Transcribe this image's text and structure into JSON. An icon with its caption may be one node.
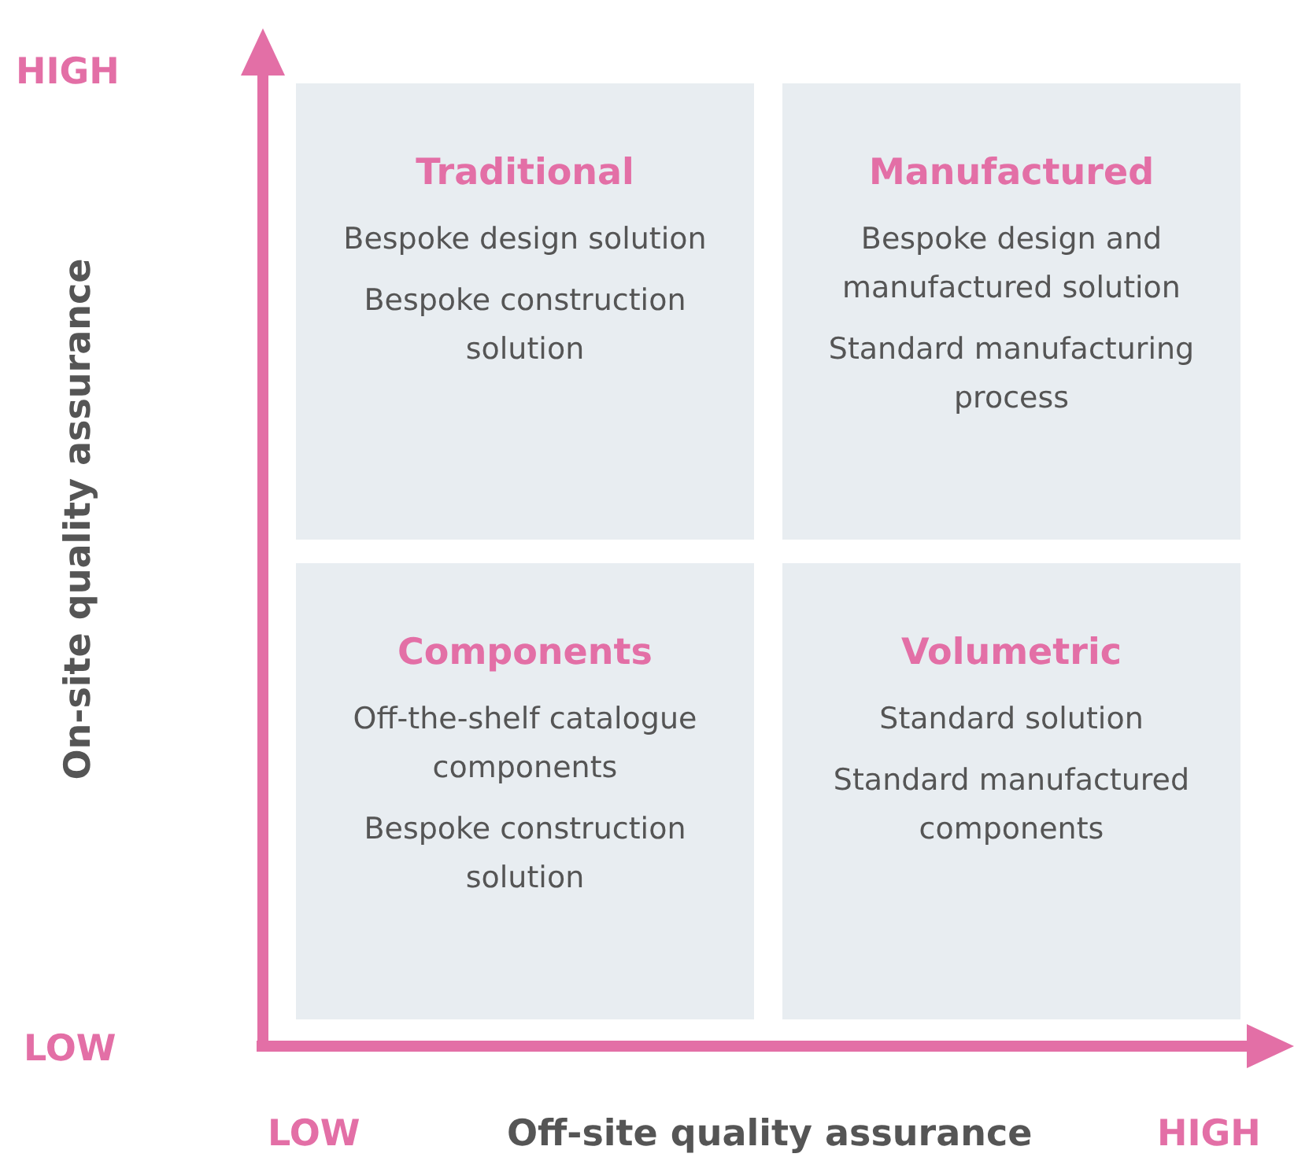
{
  "diagram": {
    "nodes": [
      {
        "text": [
          "Traditional",
          "Bespoke design solution",
          "Bespoke construction solution"
        ]
      },
      {
        "text": [
          "Manufactured",
          "Bespoke design and manufactured solution",
          "Standard manufacturing process"
        ]
      },
      {
        "text": [
          "Components",
          "Off-the-shelf catalogue components",
          "Bespoke construction solution"
        ]
      },
      {
        "text": [
          "Volumetric",
          "Standard solution",
          "Standard manufactured components"
        ]
      }
    ],
    "labels": [
      "HIGH",
      "On-site quality assurance",
      "LOW",
      "LOW",
      "Off-site quality assurance",
      "HIGH"
    ]
  }
}
